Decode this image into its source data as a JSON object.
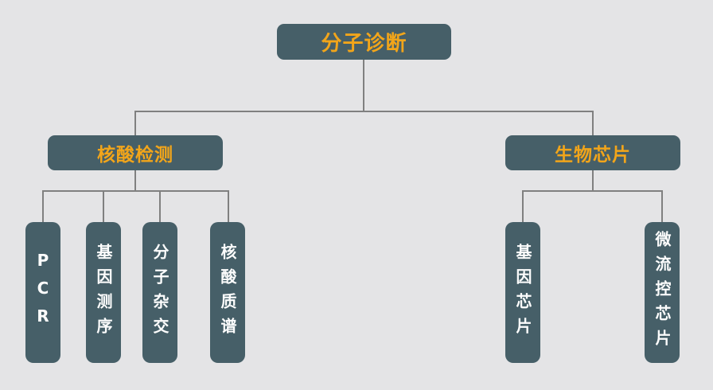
{
  "diagram": {
    "title": "分子诊断",
    "branches": [
      {
        "label": "核酸检测",
        "children": [
          {
            "label": "PCR"
          },
          {
            "label": "基因测序"
          },
          {
            "label": "分子杂交"
          },
          {
            "label": "核酸质谱"
          }
        ]
      },
      {
        "label": "生物芯片",
        "children": [
          {
            "label": "基因芯片"
          },
          {
            "label": "微流控芯片"
          }
        ]
      }
    ]
  },
  "colors": {
    "background": "#e4e4e6",
    "node_fill": "#465f68",
    "heading_text": "#f2a51a",
    "leaf_text": "#fdfdfd",
    "connector": "#808080"
  }
}
